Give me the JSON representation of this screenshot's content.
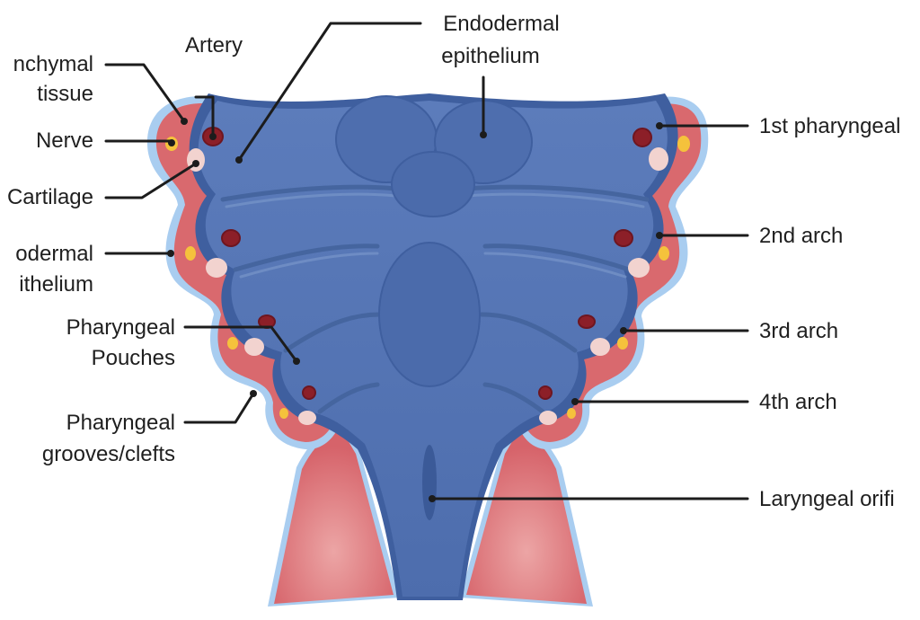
{
  "labels": {
    "mesenchymal": [
      "nchymal",
      "tissue"
    ],
    "artery": "Artery",
    "endodermal": [
      "Endodermal",
      "epithelium"
    ],
    "nerve": "Nerve",
    "cartilage": "Cartilage",
    "ectodermal": [
      "odermal",
      "ithelium"
    ],
    "pouches": [
      "Pharyngeal",
      "Pouches"
    ],
    "grooves": [
      "Pharyngeal",
      "grooves/clefts"
    ],
    "arch1": "1st pharyngeal",
    "arch2": "2nd arch",
    "arch3": "3rd arch",
    "arch4": "4th arch",
    "laryngeal": "Laryngeal orifi"
  },
  "colors": {
    "ectoderm_outline": "#a9cdf0",
    "mesenchyme": "#d9696e",
    "mesenchyme_light": "#e9a0a0",
    "endoderm": "#5576b3",
    "endoderm_dark": "#3f5f9f",
    "endoderm_highlight": "#7795c9",
    "artery": "#8c1f28",
    "nerve": "#f5c23c",
    "cartilage": "#f2d3cf",
    "leader": "#1c1c1c"
  }
}
